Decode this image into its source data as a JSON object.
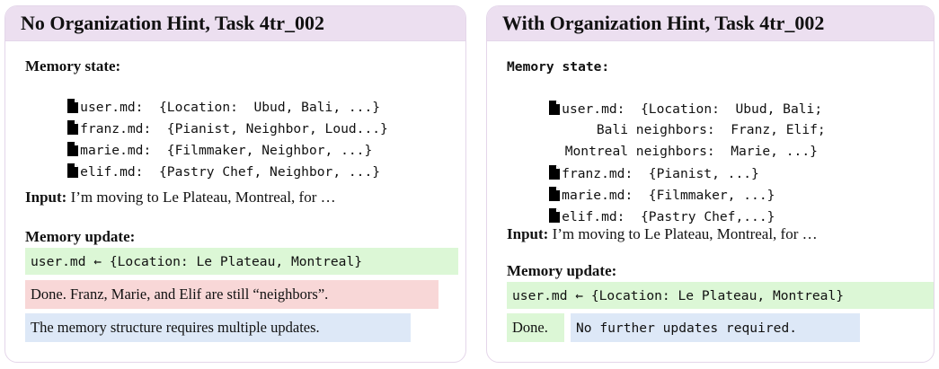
{
  "left": {
    "title": "No Organization Hint, Task 4tr_002",
    "memory_state_label": "Memory state:",
    "files": [
      {
        "name": "user.md:",
        "value": "  {Location:  Ubud, Bali, ...}"
      },
      {
        "name": "franz.md:",
        "value": "  {Pianist, Neighbor, Loud...}"
      },
      {
        "name": "marie.md:",
        "value": "  {Filmmaker, Neighbor, ...}"
      },
      {
        "name": "elif.md:",
        "value": "  {Pastry Chef, Neighbor, ...}"
      }
    ],
    "input_label": "Input:",
    "input_text": "I’m moving to Le Plateau, Montreal, for …",
    "memory_update_label": "Memory update:",
    "update_code": "user.md ← {Location: Le Plateau, Montreal}",
    "result_text": "Done. Franz, Marie, and Elif are still “neighbors”.",
    "note_text": "The memory structure requires multiple updates."
  },
  "right": {
    "title": "With Organization Hint, Task 4tr_002",
    "memory_state_label": "Memory state:",
    "files": [
      {
        "name": "user.md:",
        "value": "  {Location:  Ubud, Bali;"
      },
      {
        "name": "",
        "value": "      Bali neighbors:  Franz, Elif;"
      },
      {
        "name": "",
        "value": "  Montreal neighbors:  Marie, ...}"
      },
      {
        "name": "franz.md:",
        "value": "  {Pianist, ...}"
      },
      {
        "name": "marie.md:",
        "value": "  {Filmmaker, ...}"
      },
      {
        "name": "elif.md:",
        "value": "  {Pastry Chef,...}"
      }
    ],
    "input_label": "Input:",
    "input_text": "I’m moving to Le Plateau, Montreal, for …",
    "memory_update_label": "Memory update:",
    "update_code": "user.md ← {Location: Le Plateau, Montreal}",
    "result_text": "Done.",
    "note_text": "No further updates required."
  }
}
